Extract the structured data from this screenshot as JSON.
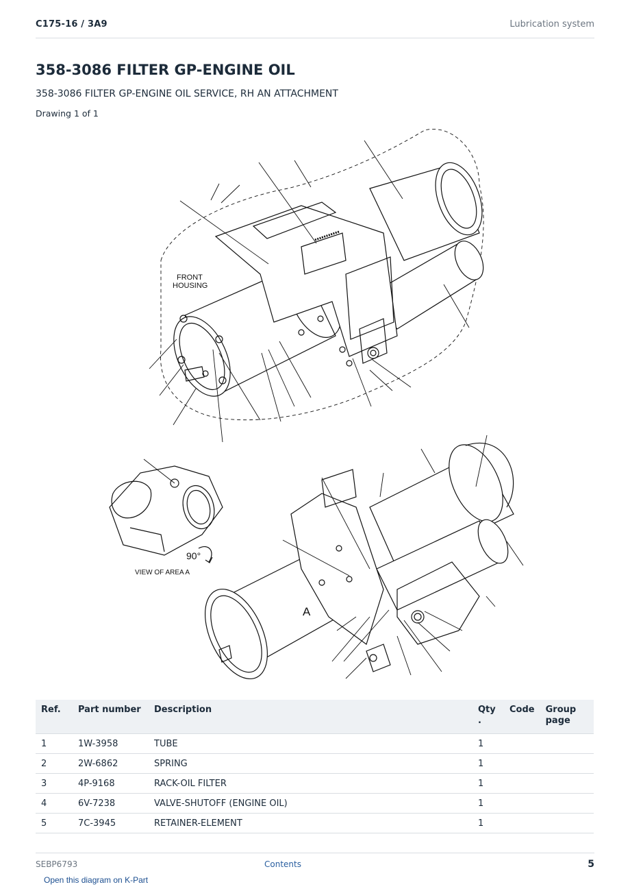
{
  "header": {
    "model": "C175-16  /  3A9",
    "section": "Lubrication system"
  },
  "title": "358-3086 FILTER GP-ENGINE OIL",
  "subtitle": "358-3086 FILTER GP-ENGINE OIL SERVICE, RH AN ATTACHMENT",
  "drawing_count": "Drawing 1 of 1",
  "drawing": {
    "label_front": "FRONT",
    "label_housing": "HOUSING",
    "label_angle": "90°",
    "label_view": "VIEW OF AREA  A",
    "label_a": "A"
  },
  "table": {
    "headers": {
      "ref": "Ref.",
      "part_number": "Part number",
      "description": "Description",
      "qty": "Qty\n.",
      "code": "Code",
      "group_page": "Group page"
    },
    "rows": [
      {
        "ref": "1",
        "part_number": "1W-3958",
        "description": "TUBE",
        "qty": "1",
        "code": "",
        "group_page": ""
      },
      {
        "ref": "2",
        "part_number": "2W-6862",
        "description": "SPRING",
        "qty": "1",
        "code": "",
        "group_page": ""
      },
      {
        "ref": "3",
        "part_number": "4P-9168",
        "description": "RACK-OIL FILTER",
        "qty": "1",
        "code": "",
        "group_page": ""
      },
      {
        "ref": "4",
        "part_number": "6V-7238",
        "description": "VALVE-SHUTOFF (ENGINE OIL)",
        "qty": "1",
        "code": "",
        "group_page": ""
      },
      {
        "ref": "5",
        "part_number": "7C-3945",
        "description": "RETAINER-ELEMENT",
        "qty": "1",
        "code": "",
        "group_page": ""
      }
    ]
  },
  "footer": {
    "doc_id": "SEBP6793",
    "contents": "Contents",
    "page": "5"
  },
  "kpart_link": "Open this diagram on K-Part"
}
